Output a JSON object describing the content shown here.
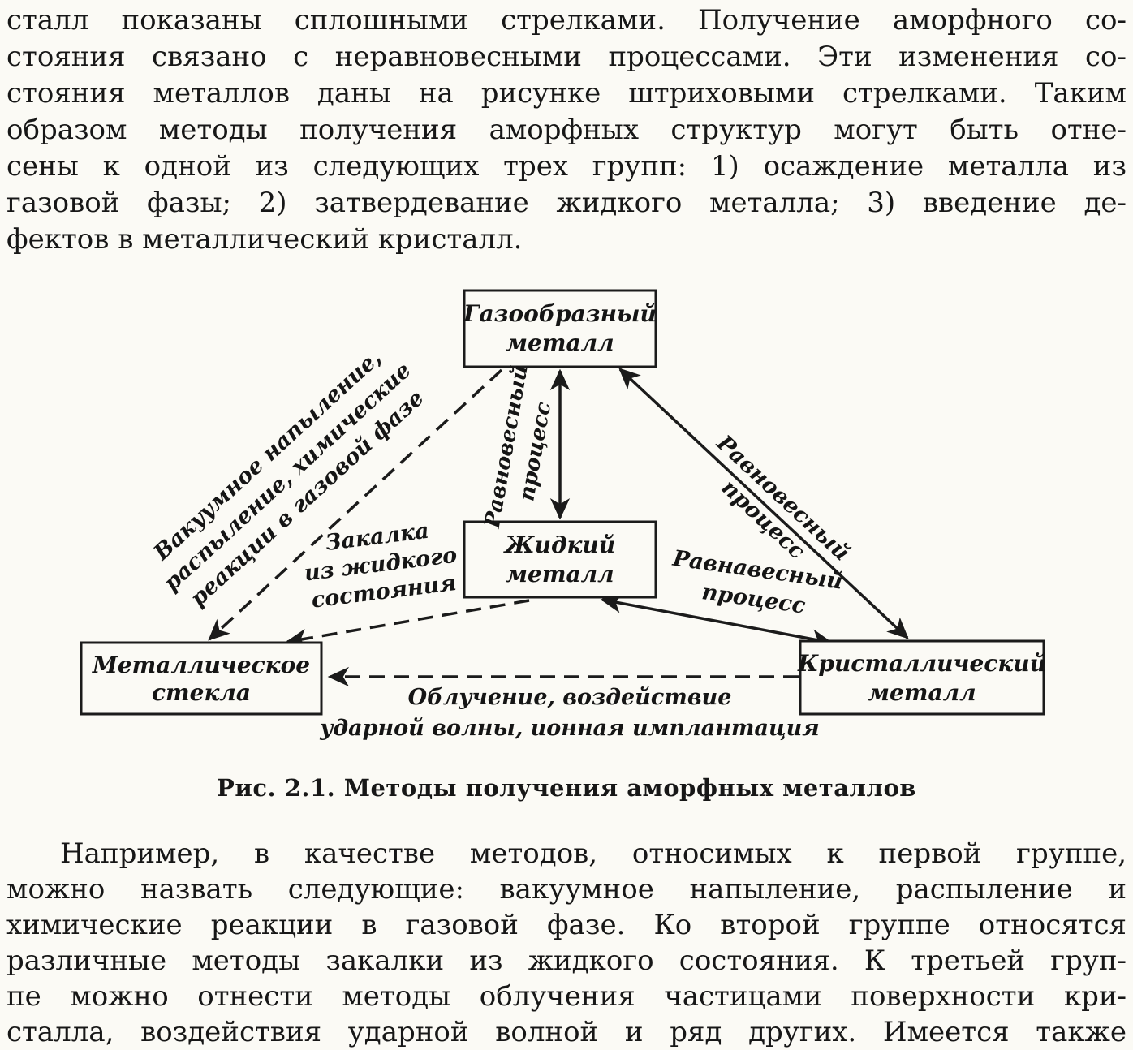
{
  "colors": {
    "ink": "#1b1b1b",
    "paper": "#fbfaf5"
  },
  "para1": {
    "lines": [
      "сталл показаны сплошными стрелками. Получение аморфного со-",
      "стояния связано с неравновесными процессами. Эти изменения со-",
      "стояния металлов даны на рисунке штриховыми стрелками. Таким",
      "образом методы получения аморфных структур могут быть отне-",
      "сены к одной из следующих трех групп: 1) осаждение металла из",
      "газовой фазы; 2) затвердевание жидкого металла; 3) введение де-",
      "фектов в металлический кристалл."
    ]
  },
  "figure": {
    "caption": "Рис. 2.1. Методы получения аморфных металлов",
    "boxes": {
      "gas": {
        "line1": "Газообразный",
        "line2": "металл"
      },
      "liquid": {
        "line1": "Жидкий",
        "line2": "металл"
      },
      "glass": {
        "line1": "Металлическое",
        "line2": "стекла"
      },
      "crystal": {
        "line1": "Кристаллический",
        "line2": "металл"
      }
    },
    "labels": {
      "gas_to_glass": {
        "line1": "Вакуумное напыление,",
        "line2": "распыление, химические",
        "line3": "реакции в газовой фазе"
      },
      "gas_liquid": {
        "line1": "Равновесный",
        "line2": "процесс"
      },
      "gas_crystal": {
        "line1": "Равновесный",
        "line2": "процесс"
      },
      "quench": {
        "line1": "Закалка",
        "line2": "из жидкого",
        "line3": "состояния"
      },
      "liquid_crystal": {
        "line1": "Равнавесный",
        "line2": "процесс"
      },
      "irradiation": {
        "line1": "Облучение, воздействие",
        "line2": "ударной волны, ионная имплантация"
      }
    }
  },
  "para2": {
    "lines": [
      "Например, в качестве методов, относимых к первой  группе,",
      "можно назвать следующие: вакуумное напыление, распыление и",
      "химические реакции в газовой фазе. Ко второй группе относятся",
      "различные методы закалки из жидкого состояния. К третьей груп-",
      "пе можно отнести методы облучения частицами поверхности кри-",
      "сталла, воздействия ударной волной и ряд других. Имеется также"
    ]
  }
}
